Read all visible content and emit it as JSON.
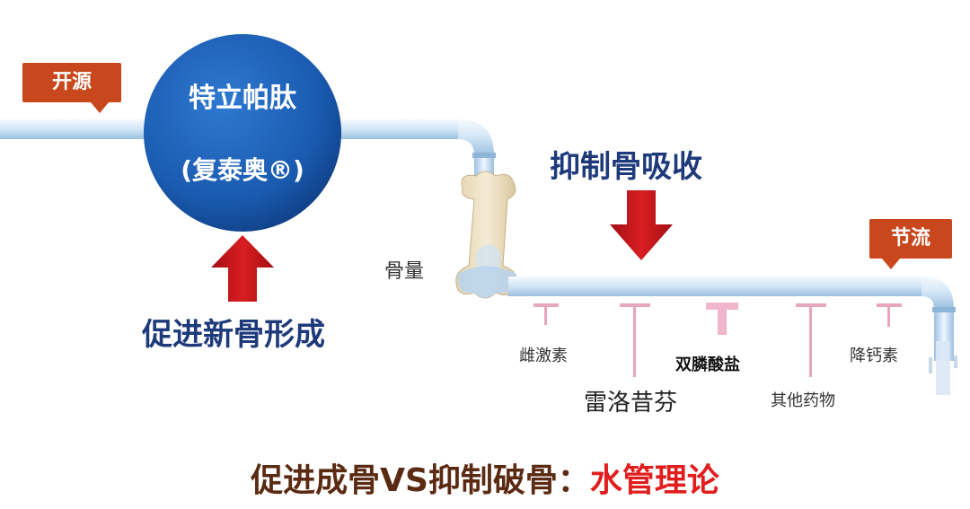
{
  "tags": {
    "left": "开源",
    "right": "节流"
  },
  "circle": {
    "line1": "特立帕肽",
    "line2": "(复泰奥®)"
  },
  "labels": {
    "promote": "促进新骨形成",
    "inhibit": "抑制骨吸收",
    "bone_mass": "骨量"
  },
  "drugs": [
    {
      "name": "雌激素"
    },
    {
      "name": "雷洛昔芬"
    },
    {
      "name": "双膦酸盐"
    },
    {
      "name": "其他药物"
    },
    {
      "name": "降钙素"
    }
  ],
  "footer": {
    "main": "促进成骨VS抑制破骨：",
    "highlight": "水管理论"
  },
  "colors": {
    "tag_orange": "#c9471c",
    "circle_blue": "#1a5bb0",
    "arrow_red": "#c8151b",
    "heading_navy": "#1e3a7b",
    "pipe_light": "#d6e8f7",
    "valve_pink": "#e8a5be",
    "footer_dark": "#5b2a12",
    "footer_red": "#e01e1e"
  },
  "icons": [
    "pipe",
    "bone-icon",
    "up-arrow-icon",
    "down-arrow-icon",
    "valve-icon"
  ]
}
